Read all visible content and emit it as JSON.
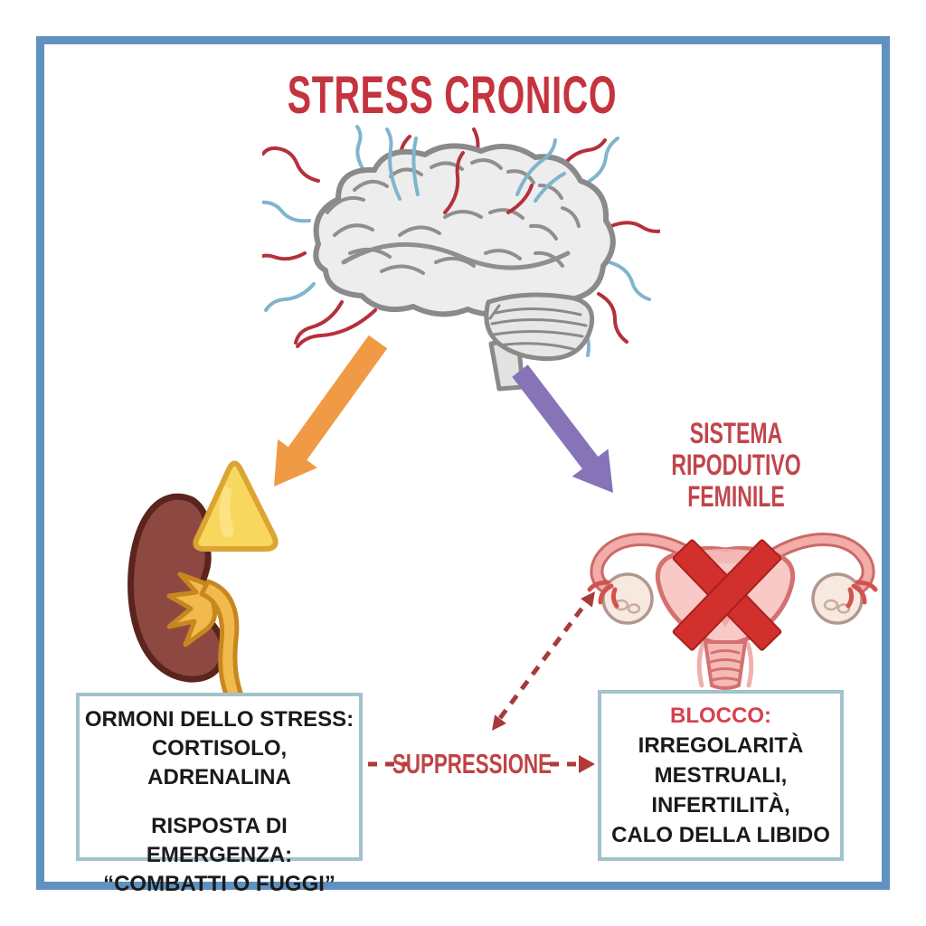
{
  "palette": {
    "frame-blue": "#5f92c0",
    "title-red": "#c5333e",
    "heading-red": "#c2454d",
    "suppression-red": "#bf4345",
    "blocco-red": "#d6404e",
    "box-border": "#a2c2cc",
    "arrow-orange": "#f09a45",
    "arrow-purple": "#8673b8",
    "dashed-red": "#a83a3a",
    "x-red": "#d2302c"
  },
  "title": {
    "text": "STRESS CRONICO"
  },
  "reproductive_heading": {
    "line1": "SISTEMA",
    "line2": "RIPODUTIVO",
    "line3": "FEMINILE"
  },
  "suppression": {
    "label": "SUPPRESSIONE"
  },
  "left_box": {
    "line1": "ORMONI DELLO STRESS:",
    "line2": "CORTISOLO, ADRENALINA",
    "line3": "RISPOSTA DI EMERGENZA:",
    "line4": "“COMBATTI O FUGGI”"
  },
  "right_box": {
    "heading": "BLOCCO:",
    "line1": "IRREGOLARITÀ",
    "line2": "MESTRUALI,",
    "line3": "INFERTILITÀ,",
    "line4": "CALO DELLA LIBIDO"
  },
  "illustrations": {
    "brain": "brain with stress nerve fibers",
    "kidney_adrenal": "kidney with adrenal gland",
    "uterus": "female reproductive system crossed out"
  }
}
